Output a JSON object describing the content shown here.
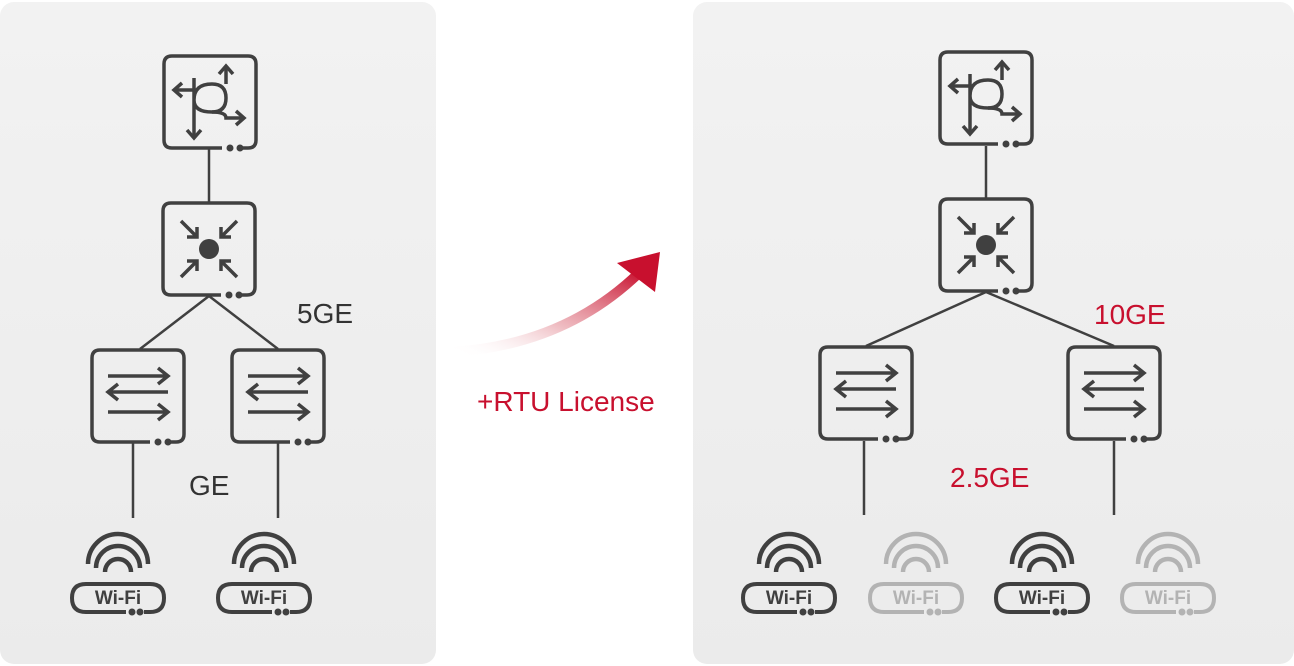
{
  "colors": {
    "accent_red": "#c8102e",
    "device_stroke": "#404040",
    "faded_stroke": "#b3b3b3"
  },
  "left": {
    "uplink_speed": "5GE",
    "access_speed": "GE",
    "ap_label": "Wi-Fi"
  },
  "transition": {
    "label": "+RTU License"
  },
  "right": {
    "uplink_speed": "10GE",
    "access_speed": "2.5GE",
    "ap_label": "Wi-Fi"
  }
}
